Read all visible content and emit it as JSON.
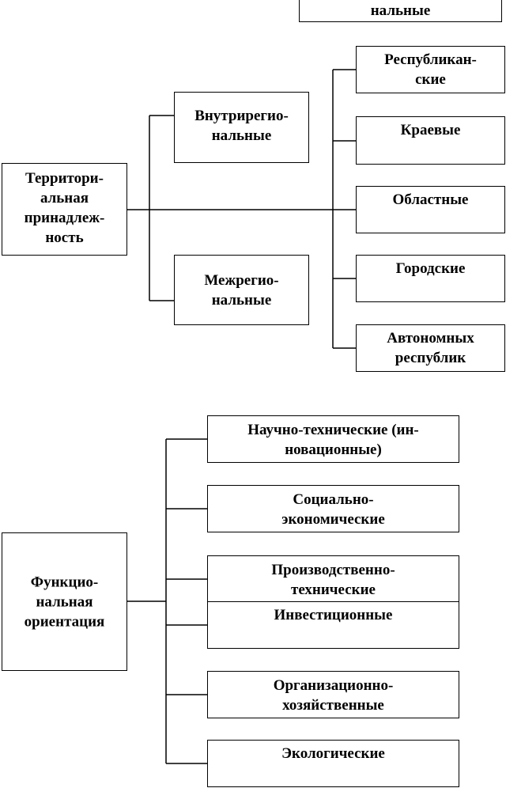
{
  "top_fragment": [
    "нальные"
  ],
  "territorial": {
    "root": [
      "Территори-",
      "альная",
      "принадлеж-",
      "ность"
    ],
    "intra": [
      "Внутрирегио-",
      "нальные"
    ],
    "inter": [
      "Межрегио-",
      "нальные"
    ],
    "levels": [
      [
        "Республикан-",
        "ские"
      ],
      [
        "Краевые"
      ],
      [
        "Областные"
      ],
      [
        "Городские"
      ],
      [
        "Автономных",
        "республик"
      ]
    ]
  },
  "functional": {
    "root": [
      "Функцио-",
      "нальная",
      "ориентация"
    ],
    "items": [
      [
        "Научно-технические (ин-",
        "новационные)"
      ],
      [
        "Социально-",
        "экономические"
      ],
      [
        "Производственно-",
        "технические"
      ],
      [
        "Инвестиционные"
      ],
      [
        "Организационно-",
        "хозяйственные"
      ],
      [
        "Экологические"
      ]
    ]
  }
}
